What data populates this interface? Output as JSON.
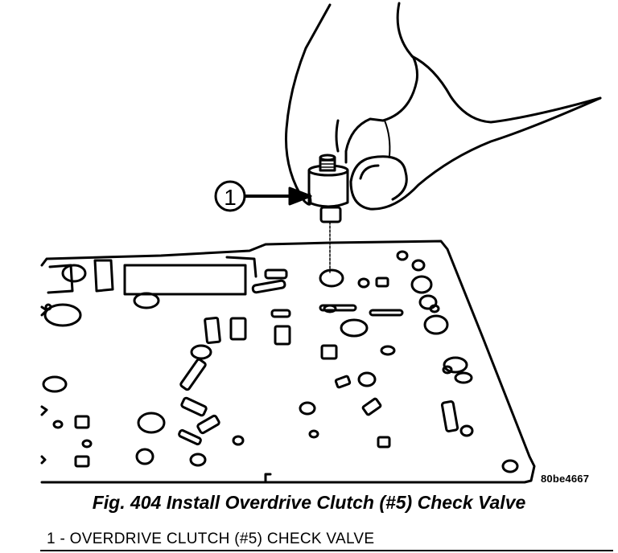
{
  "figure": {
    "callout_number": "1",
    "image_code": "80be4667",
    "caption": "Fig. 404 Install Overdrive Clutch (#5) Check Valve",
    "legend": [
      "1 - OVERDRIVE CLUTCH (#5) CHECK VALVE"
    ]
  }
}
